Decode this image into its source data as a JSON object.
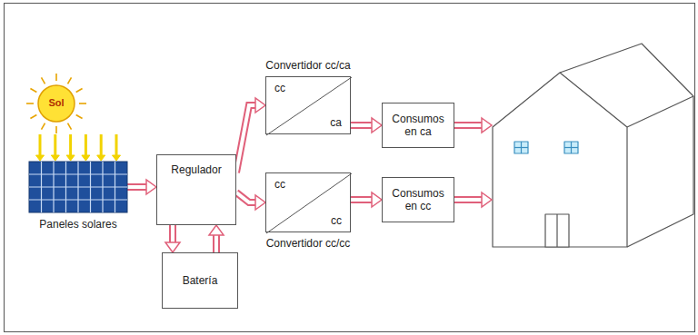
{
  "diagram": {
    "nodes": [
      {
        "text": [
          "Sol"
        ]
      },
      {
        "text": [
          "Paneles solares"
        ]
      },
      {
        "text": [
          "Regulador"
        ]
      },
      {
        "text": [
          "Batería"
        ]
      },
      {
        "text": [
          "Convertidor cc/ca",
          "cc",
          "ca"
        ]
      },
      {
        "text": [
          "cc",
          "cc",
          "Convertidor cc/cc"
        ]
      },
      {
        "text": [
          "Consumos en ca"
        ]
      },
      {
        "text": [
          "Consumos en cc"
        ]
      }
    ],
    "edges": [
      {
        "from": 0,
        "to": 1,
        "arrow": "to"
      },
      {
        "from": 1,
        "to": 2,
        "arrow": "to"
      },
      {
        "from": 2,
        "to": 3,
        "arrow": "to"
      },
      {
        "from": 3,
        "to": 2,
        "arrow": "to"
      },
      {
        "from": 2,
        "to": 4,
        "arrow": "to"
      },
      {
        "from": 2,
        "to": 5,
        "arrow": "to"
      },
      {
        "from": 4,
        "to": 6,
        "arrow": "to"
      },
      {
        "from": 5,
        "to": 7,
        "arrow": "to"
      }
    ]
  }
}
